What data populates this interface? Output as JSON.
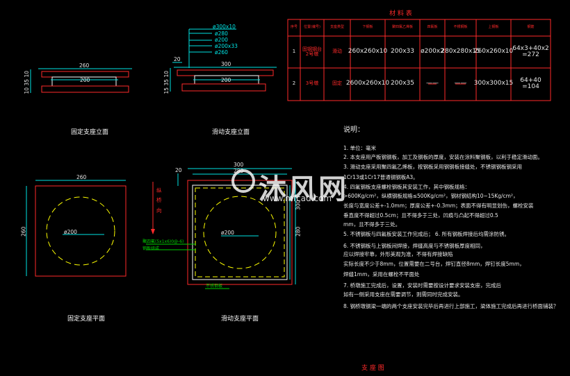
{
  "table": {
    "title": "材 料 表",
    "headers": [
      "序号",
      "位置(编号)",
      "支座类型",
      "下钢板",
      "聚四氟乙烯板",
      "四氟板",
      "不锈钢板",
      "上钢板",
      "钢筋"
    ],
    "rows": [
      [
        "1",
        "固钢钢台\n2号墩",
        "滑动",
        "260x260x10",
        "200x33",
        "ø200x2",
        "280x280x15",
        "260x260x10",
        "64x3+40x2\n=272"
      ],
      [
        "2",
        "3号墩",
        "固定",
        "2600x260x10",
        "200x35",
        "——",
        "——",
        "300x300x15",
        "64+40\n=104"
      ]
    ]
  },
  "views": {
    "fixed_elev": {
      "title": "固定支座立面",
      "dim_w": "260",
      "dim_inner": "200",
      "dim_h1": "10",
      "dim_h2": "35",
      "dim_h3": "10"
    },
    "slide_elev": {
      "title": "滑动支座立面",
      "dim_top": "300",
      "dim_inner": "200",
      "dim_left": "20",
      "dim_h1": "10",
      "dim_h2": "35",
      "dim_h3": "15",
      "callouts": [
        "ø300x10",
        "ø280",
        "ø200",
        "ø200x33",
        "ø260"
      ]
    },
    "fixed_plan": {
      "title": "固定支座平面",
      "dim_w": "260",
      "dim_h": "260",
      "dia": "ø200"
    },
    "slide_plan": {
      "title": "滑动支座平面",
      "dim_w1": "300",
      "dim_w2": "280",
      "dim_left": "20",
      "dim_h1": "300",
      "dim_h2": "280",
      "dia": "ø200",
      "side_text": "纵 桥 向",
      "leader1": "聚四氟(5x1x6)0@-6)",
      "leader2": "钢板组成",
      "leader3": "不锈钢板"
    }
  },
  "notes": {
    "heading": "说明：",
    "items": [
      "1. 单位：毫米",
      "2. 本支座用产板钢钢板，加工及钢板的厚度，安装在涂料聚钢板，以利于稳定滑动面。",
      "3. 滑动支座采用聚四氟乙烯板，按钢板采用钢钢板接缝处，不锈钢钢板钢采用",
      "   1Cr13或1Cr17普通钢钢板A3。",
      "4. 四氟钢板支座螺栓钢板其安装工作，其中钢板规格：",
      "   >600Kg/cm²，纵横钢板规格≤500Kg/cm²，钢材钢结构10~15Kg/cm²，",
      "   长度与宽度公差+-1.0mm；厚度公差+-0.3mm；表面不得有明显划伤，螺栓安装",
      "   垂直度不得超过0.5cm；且不得多于三处，凹痕与凸起不得超过0.5",
      "   mm，且不得多于三处。",
      "5. 不锈钢板与四氟板安装工作完成后；  6. 所有钢板焊接后均需涂防锈。",
      "6. 不锈钢板与上钢板间焊接，焊缝高度与不锈钢板厚度相同，",
      "   应以焊接牢靠，外形美观为准，不得有焊接缺陷",
      "   实际长度不少于8mm，位置需要在二号台，焊钉直径8mm，焊钉长度5mm，",
      "   焊缝1mm，采用在螺栓不平面处",
      "7. 桥墩施工完成后，设置，安装时需要按设计要求安装支座，完成后",
      "   如有一侧采用支座在需要调节，则需同时完成安装。",
      "8. 钢桥墩钢梁一端的两个支座安装完毕后再进行上部施工，梁体施工完成后再进行桥面铺装？"
    ]
  },
  "drawing_title": "支 座 图",
  "watermark": {
    "brand": "沐风网",
    "url": "www.mfcad.com"
  },
  "colors": {
    "accent": "#ff2a2a",
    "dim": "#00e5e5",
    "line": "#ffffff",
    "dash": "#ffff00",
    "green": "#00d000"
  }
}
